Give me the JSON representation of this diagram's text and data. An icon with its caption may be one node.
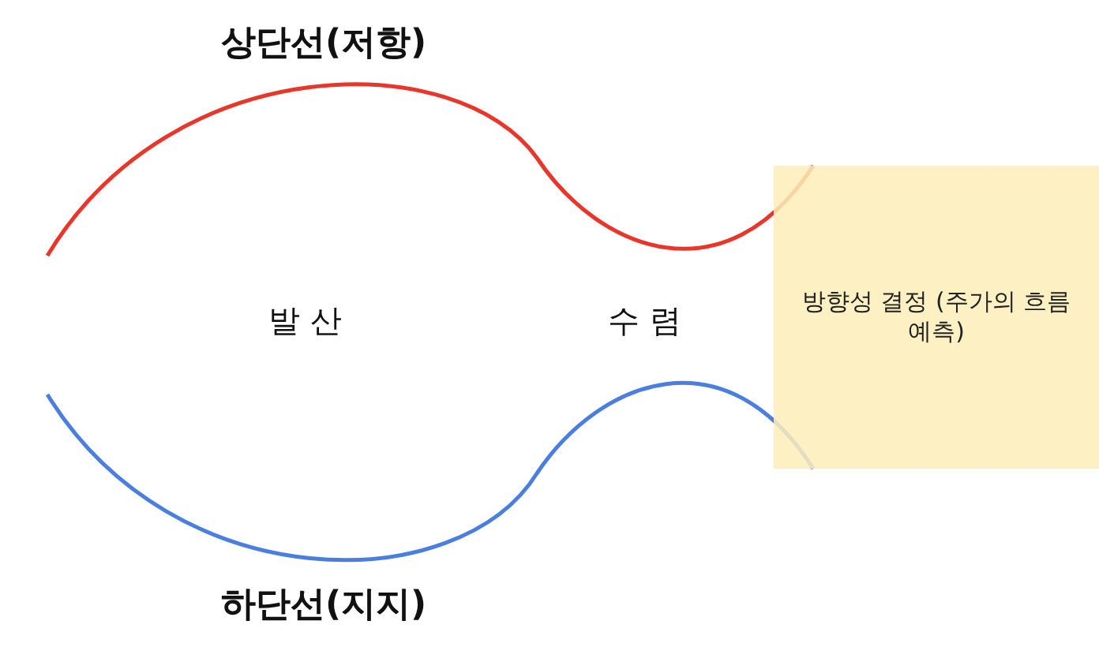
{
  "diagram": {
    "nodes": [
      {
        "text": [
          "방향성 결정 (주가의 흐름 예측)"
        ]
      }
    ],
    "labels": [
      "상단선(저항)",
      "발 산",
      "수 렴",
      "하단선(지지)"
    ]
  }
}
